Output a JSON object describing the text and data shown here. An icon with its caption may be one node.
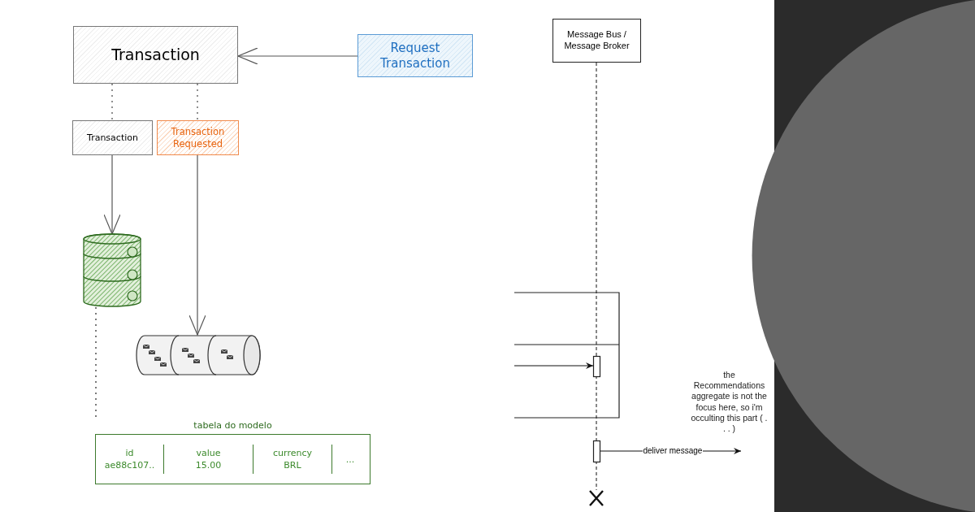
{
  "diagram": {
    "nodes": [
      {
        "text": [
          "Transaction"
        ]
      },
      {
        "text": [
          "Request Transaction"
        ]
      },
      {
        "text": [
          "Transaction"
        ]
      },
      {
        "text": [
          "Transaction Requested"
        ]
      },
      {
        "text": [],
        "shape": "cylinder"
      },
      {
        "text": [],
        "shape": "cylinder"
      },
      {
        "text": [
          "tabela do modelo",
          "id ae88c107..",
          "value 15.00",
          "currency BRL",
          "..."
        ]
      },
      {
        "text": [
          "Message Bus / Message Broker"
        ]
      },
      {
        "text": [],
        "shape": "bar"
      },
      {
        "text": [],
        "shape": "bar"
      },
      {
        "text": [
          "the Recommendations aggregate is not the focus here, so i'm occulting this part ( . . . )"
        ]
      },
      {
        "text": [],
        "shape": "cross"
      }
    ],
    "edges": [
      {
        "from": 1,
        "to": 0,
        "arrow": "to"
      },
      {
        "from": 0,
        "to": 2,
        "arrow": "none",
        "style": "dashed"
      },
      {
        "from": 0,
        "to": 3,
        "arrow": "none",
        "style": "dashed"
      },
      {
        "from": 2,
        "to": 4,
        "arrow": "to"
      },
      {
        "from": 3,
        "to": 5,
        "arrow": "to"
      },
      {
        "from": 4,
        "to": 6,
        "arrow": "none",
        "style": "dashed"
      },
      {
        "from": null,
        "to": 8,
        "arrow": "to"
      },
      {
        "from": 9,
        "to": 10,
        "arrow": "to",
        "label": "deliver message"
      },
      {
        "from": 7,
        "to": 11,
        "arrow": "none",
        "style": "dashed"
      }
    ]
  }
}
